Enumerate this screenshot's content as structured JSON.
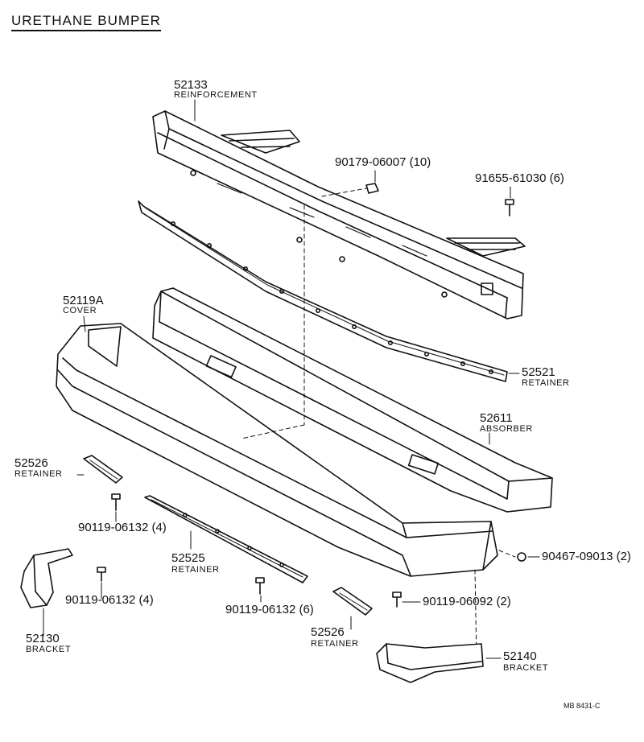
{
  "title": "URETHANE BUMPER",
  "parts": [
    {
      "number": "52133",
      "name": "REINFORCEMENT"
    },
    {
      "number": "90179-06007 (10)"
    },
    {
      "number": "91655-61030 (6)"
    },
    {
      "number": "52119A",
      "name": "COVER"
    },
    {
      "number": "52521",
      "name": "RETAINER"
    },
    {
      "number": "52611",
      "name": "ABSORBER"
    },
    {
      "number": "52526",
      "name": "RETAINER"
    },
    {
      "number": "90119-06132 (4)"
    },
    {
      "number": "52525",
      "name": "RETAINER"
    },
    {
      "number": "90467-09013 (2)"
    },
    {
      "number": "90119-06132 (4)"
    },
    {
      "number": "90119-06132 (6)"
    },
    {
      "number": "90119-06092 (2)"
    },
    {
      "number": "52130",
      "name": "BRACKET"
    },
    {
      "number": "52526",
      "name": "RETAINER"
    },
    {
      "number": "52140",
      "name": "BRACKET"
    }
  ],
  "drawing_code": "MB  8431-C"
}
